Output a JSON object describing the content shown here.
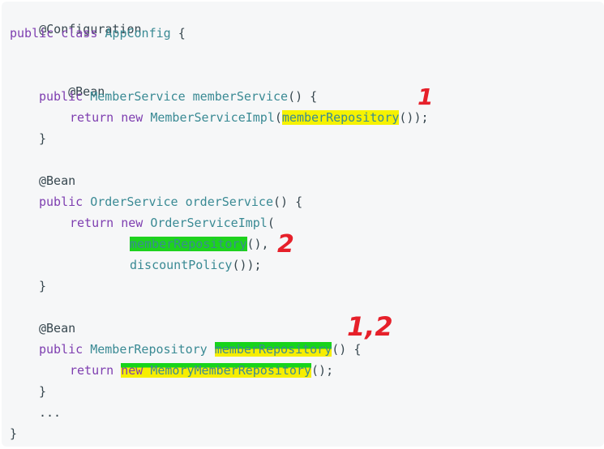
{
  "code": {
    "l1": {
      "a": "@Configuration"
    },
    "l2": {
      "kw1": "public",
      "kw2": "class",
      "cls": "AppConfig",
      "p": " {"
    },
    "l4": {
      "an": "@Bean"
    },
    "l5": {
      "kw": "public",
      "type": "MemberService",
      "name": "memberService",
      "p": "() {"
    },
    "l6": {
      "kw1": "return",
      "kw2": "new",
      "type": "MemberServiceImpl",
      "p1": "(",
      "call": "memberRepository",
      "p2": "());"
    },
    "l7": {
      "p": "}"
    },
    "l9": {
      "an": "@Bean"
    },
    "l10": {
      "kw": "public",
      "type": "OrderService",
      "name": "orderService",
      "p": "() {"
    },
    "l11": {
      "kw1": "return",
      "kw2": "new",
      "type": "OrderServiceImpl",
      "p": "("
    },
    "l12": {
      "call": "memberRepository",
      "p": "(),"
    },
    "l13": {
      "call": "discountPolicy",
      "p": "());"
    },
    "l14": {
      "p": "}"
    },
    "l16": {
      "an": "@Bean"
    },
    "l17": {
      "kw": "public",
      "type": "MemberRepository",
      "name": "memberRepository",
      "p": "() {"
    },
    "l18": {
      "kw1": "return",
      "kw2": "new",
      "type": "MemoryMemberRepository",
      "p": "();"
    },
    "l19": {
      "p": "}"
    },
    "l20": {
      "p": "..."
    },
    "l21": {
      "p": "}"
    }
  },
  "annotations": {
    "a1": "1",
    "a2": "2",
    "a3": "1,2"
  },
  "colors": {
    "keyword": "#7e3eb0",
    "type": "#3a8a94",
    "highlight_yellow": "#f6f200",
    "highlight_green": "#1ed21e",
    "annotation_red": "#e6202a",
    "background": "#f6f7f8"
  }
}
